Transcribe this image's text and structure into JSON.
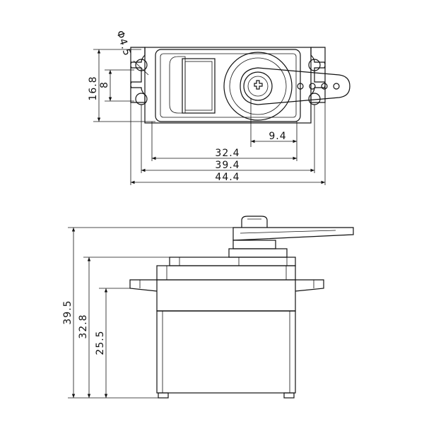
{
  "top_view": {
    "dimensions": {
      "hole_diameter": "Φ4.5",
      "mount_height": "16.8",
      "hole_spacing": "8",
      "shaft_offset": "9.4",
      "body_width": "32.4",
      "hole_center_width": "39.4",
      "overall_width": "44.4"
    }
  },
  "side_view": {
    "dimensions": {
      "total_height": "39.5",
      "case_height": "32.8",
      "tab_height": "25.5"
    }
  }
}
